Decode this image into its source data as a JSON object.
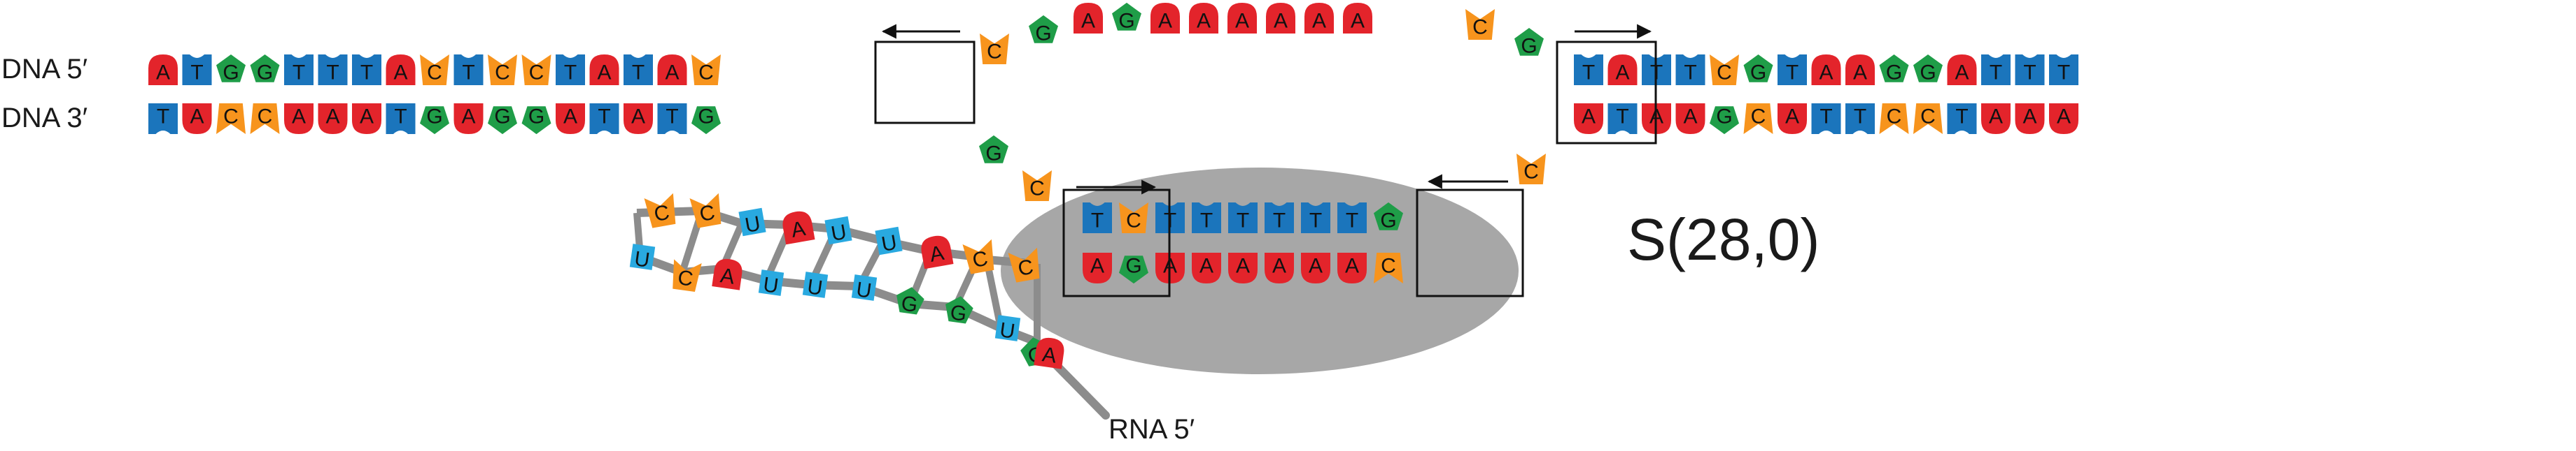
{
  "labels": {
    "dna_top": "DNA 5′",
    "dna_bottom": "DNA 3′",
    "rna": "RNA 5′",
    "structure": "S(28,0)"
  },
  "colors": {
    "A": "#e3242b",
    "T": "#1b75bc",
    "U": "#29a9e0",
    "C": "#f7941d",
    "G": "#1f9d48",
    "ellipse": "#a7a7a7",
    "backbone": "#8c8c8c"
  },
  "sequences": {
    "dna_top_left": "ATGGTTTACTCCTATAC",
    "dna_bottom_left": "TACCAAATGAGGATATG",
    "loop_top": "CGAGAAAAAACG",
    "dna_top_right": "TATTCGTAAGGATTT",
    "dna_bottom_right": "ATAAGCATTCCTAAA",
    "hairpin_inner_top": "TCTTTTTTG",
    "hairpin_inner_bottom": "AGAAAAAAC",
    "loop_bottom_left": "GC",
    "loop_bottom_right": "C",
    "rna_upper": "CCUAUUACCG",
    "rna_lower": "UCAUUUGGUA"
  }
}
